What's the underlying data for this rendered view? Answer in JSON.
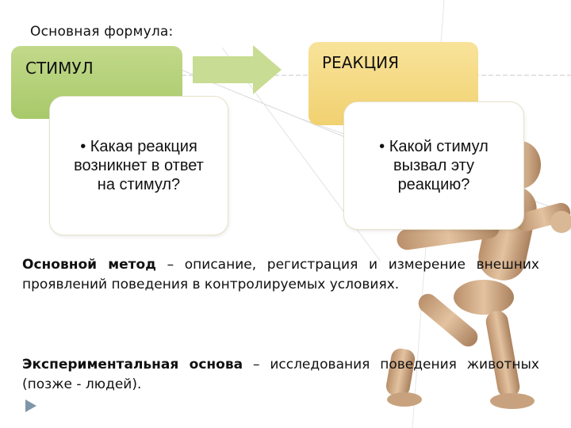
{
  "heading": "Основная формула:",
  "stimulus": {
    "title": "СТИМУЛ",
    "question": "• Какая реакция возникнет в ответ на стимул?"
  },
  "reaction": {
    "title": "РЕАКЦИЯ",
    "question": "• Какой стимул вызвал эту реакцию?"
  },
  "method": {
    "term": "Основной метод",
    "text": " – описание, регистрация и измерение внешних проявлений поведения в контролируемых условиях."
  },
  "experimental": {
    "term": "Экспериментальная основа",
    "text": " – исследования поведения животных (позже - людей)."
  },
  "colors": {
    "stimulus_box": "#b4d07a",
    "reaction_box": "#f4da80",
    "arrow": "#c9dc93",
    "nav_arrow": "#7f96a8"
  },
  "icons": {
    "arrow": "right-arrow-icon",
    "nav": "play-triangle-icon",
    "figure": "wooden-mannequin-figure"
  }
}
